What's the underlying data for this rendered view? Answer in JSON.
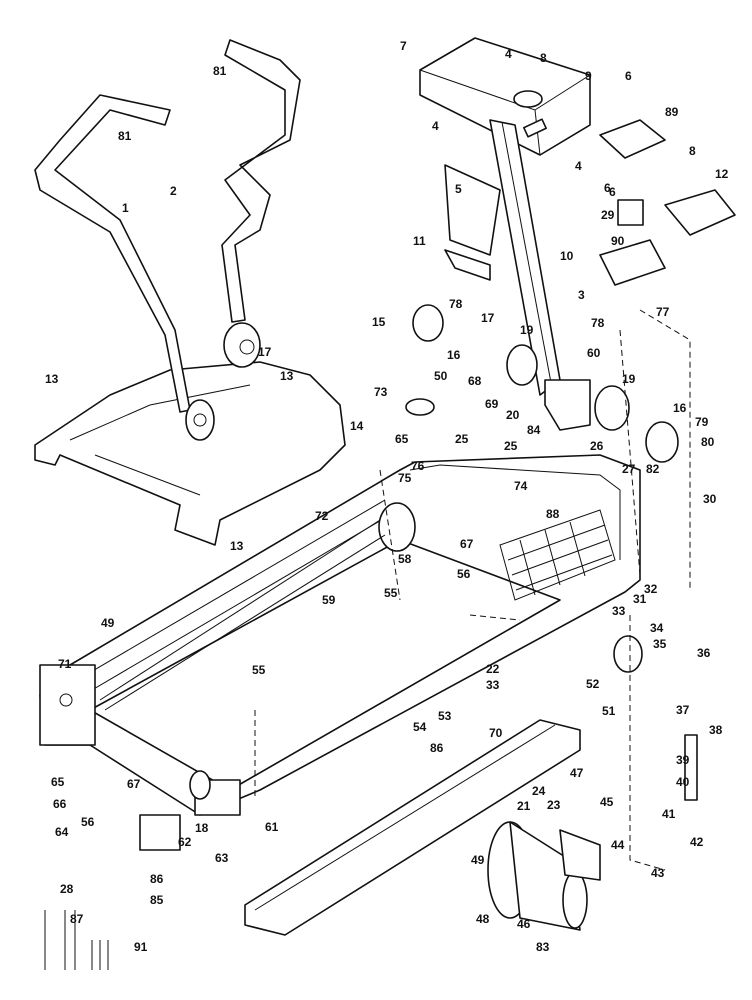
{
  "diagram": {
    "type": "exploded parts diagram",
    "labels": [
      "81",
      "81",
      "1",
      "2",
      "17",
      "13",
      "13",
      "14",
      "13",
      "7",
      "8",
      "4",
      "4",
      "4",
      "9",
      "5",
      "6",
      "89",
      "6",
      "8",
      "6",
      "12",
      "29",
      "90",
      "11",
      "10",
      "3",
      "78",
      "77",
      "15",
      "78",
      "17",
      "16",
      "19",
      "60",
      "68",
      "69",
      "20",
      "84",
      "19",
      "16",
      "79",
      "80",
      "50",
      "73",
      "65",
      "25",
      "25",
      "26",
      "27",
      "82",
      "74",
      "75",
      "76",
      "72",
      "88",
      "30",
      "58",
      "67",
      "56",
      "32",
      "31",
      "59",
      "55",
      "49",
      "33",
      "34",
      "35",
      "22",
      "33",
      "52",
      "51",
      "36",
      "37",
      "38",
      "39",
      "40",
      "55",
      "71",
      "53",
      "54",
      "70",
      "86",
      "65",
      "66",
      "67",
      "18",
      "61",
      "64",
      "56",
      "62",
      "63",
      "28",
      "86",
      "85",
      "87",
      "91",
      "49",
      "21",
      "24",
      "23",
      "47",
      "45",
      "44",
      "41",
      "42",
      "43",
      "48",
      "46",
      "83"
    ],
    "color": "#111111"
  }
}
